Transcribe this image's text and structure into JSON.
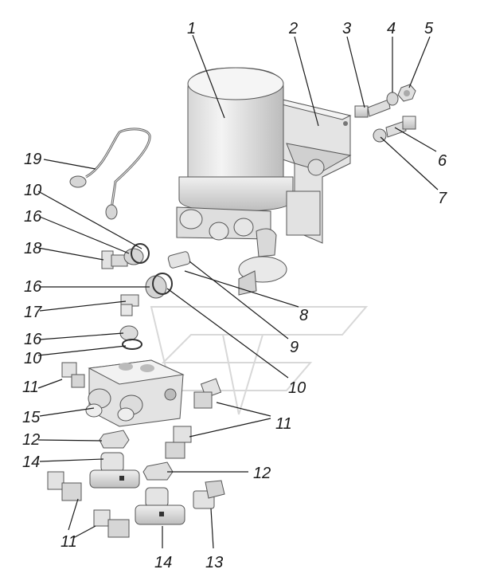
{
  "diagram": {
    "callouts": [
      "1",
      "2",
      "3",
      "4",
      "5",
      "6",
      "7",
      "8",
      "9",
      "10",
      "11",
      "12",
      "13",
      "14",
      "15",
      "16",
      "17",
      "18",
      "19"
    ],
    "part_color": "#e8e8e8",
    "shade_color": "#c6c6c6",
    "line_color": "#1a1a1a"
  }
}
